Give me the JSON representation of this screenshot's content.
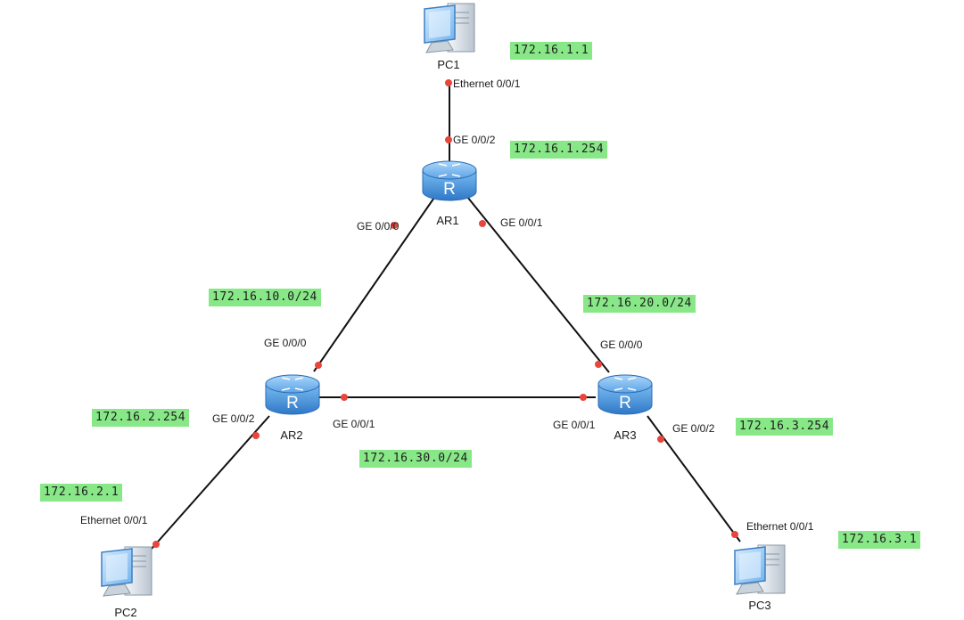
{
  "colors": {
    "link": "#111111",
    "port_dot": "#e8453c",
    "ip_box_bg": "#88e888",
    "router_body": "#3f8fdc",
    "pc_body": "#5fa8e8"
  },
  "devices": {
    "ar1": {
      "label": "AR1",
      "icon": "router-icon"
    },
    "ar2": {
      "label": "AR2",
      "icon": "router-icon"
    },
    "ar3": {
      "label": "AR3",
      "icon": "router-icon"
    },
    "pc1": {
      "label": "PC1",
      "icon": "pc-icon"
    },
    "pc2": {
      "label": "PC2",
      "icon": "pc-icon"
    },
    "pc3": {
      "label": "PC3",
      "icon": "pc-icon"
    }
  },
  "ports": {
    "pc1_eth": "Ethernet 0/0/1",
    "ar1_ge002": "GE 0/0/2",
    "ar1_ge000": "GE 0/0/0",
    "ar1_ge001": "GE 0/0/1",
    "ar2_ge000": "GE 0/0/0",
    "ar2_ge002": "GE 0/0/2",
    "ar2_ge001": "GE 0/0/1",
    "ar3_ge000": "GE 0/0/0",
    "ar3_ge001": "GE 0/0/1",
    "ar3_ge002": "GE 0/0/2",
    "pc2_eth": "Ethernet 0/0/1",
    "pc3_eth": "Ethernet 0/0/1"
  },
  "addresses": {
    "pc1_ip": "172.16.1.1",
    "ar1_gw": "172.16.1.254",
    "net_ar1_ar2": "172.16.10.0/24",
    "net_ar1_ar3": "172.16.20.0/24",
    "ar2_gw": "172.16.2.254",
    "ar3_gw": "172.16.3.254",
    "net_ar2_ar3": "172.16.30.0/24",
    "pc2_ip": "172.16.2.1",
    "pc3_ip": "172.16.3.1"
  }
}
